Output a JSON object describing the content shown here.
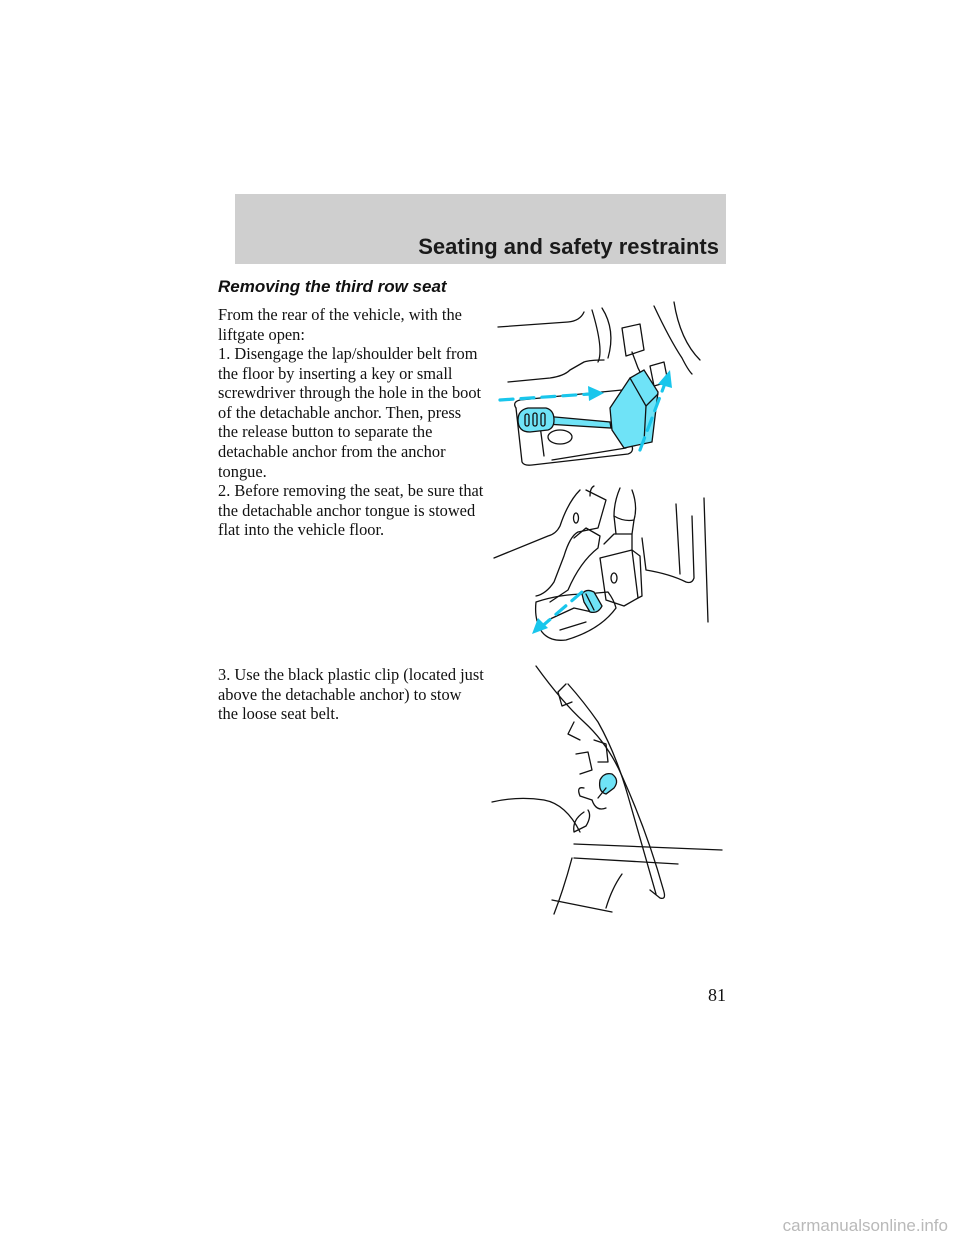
{
  "header": {
    "section_title": "Seating and safety restraints"
  },
  "subheading": "Removing the third row seat",
  "paragraphs": [
    "From the rear of the vehicle, with the liftgate open:",
    "1. Disengage the lap/shoulder belt from the floor by inserting a key or small screwdriver through the hole in the boot of the detachable anchor. Then, press the release button to separate the detachable anchor from the anchor tongue.",
    "2. Before removing the seat, be sure that the detachable anchor tongue is stowed flat into the vehicle floor.",
    "3. Use the black plastic clip (located just above the detachable anchor) to stow the loose seat belt."
  ],
  "figures": [
    {
      "subject": "key inserted through the hole in the detachable anchor boot"
    },
    {
      "subject": "detachable anchor tongue stowed flat into the vehicle floor"
    },
    {
      "subject": "black plastic clip holding the loose seat belt"
    }
  ],
  "colors": {
    "header_band": "#cfcfcf",
    "accent": "#19c6ec",
    "accent_fill": "#6fe3f7",
    "watermark": "#b9b9b9"
  },
  "page_number": "81",
  "watermark": "carmanualsonline.info"
}
